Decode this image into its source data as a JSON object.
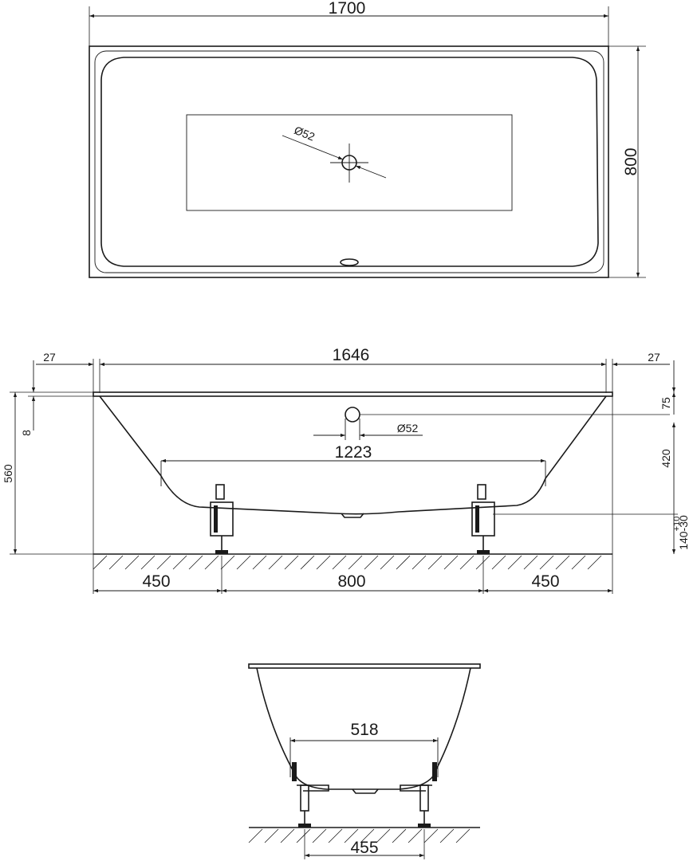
{
  "top_view": {
    "overall_length": "1700",
    "overall_width": "800",
    "waste_diameter": "Ø52"
  },
  "side_view": {
    "rim_left": "27",
    "inner_length": "1646",
    "rim_right": "27",
    "rim_thickness": "8",
    "overall_height": "560",
    "overflow_from_rim": "75",
    "overflow_diameter": "Ø52",
    "bottom_length": "1223",
    "overflow_to_floor": "420",
    "leg_adjust_plus": "+10",
    "leg_adjust_range": "140-30",
    "leg_offset_left": "450",
    "leg_spacing": "800",
    "leg_offset_right": "450"
  },
  "end_view": {
    "bottom_width": "518",
    "leg_spacing": "455"
  }
}
